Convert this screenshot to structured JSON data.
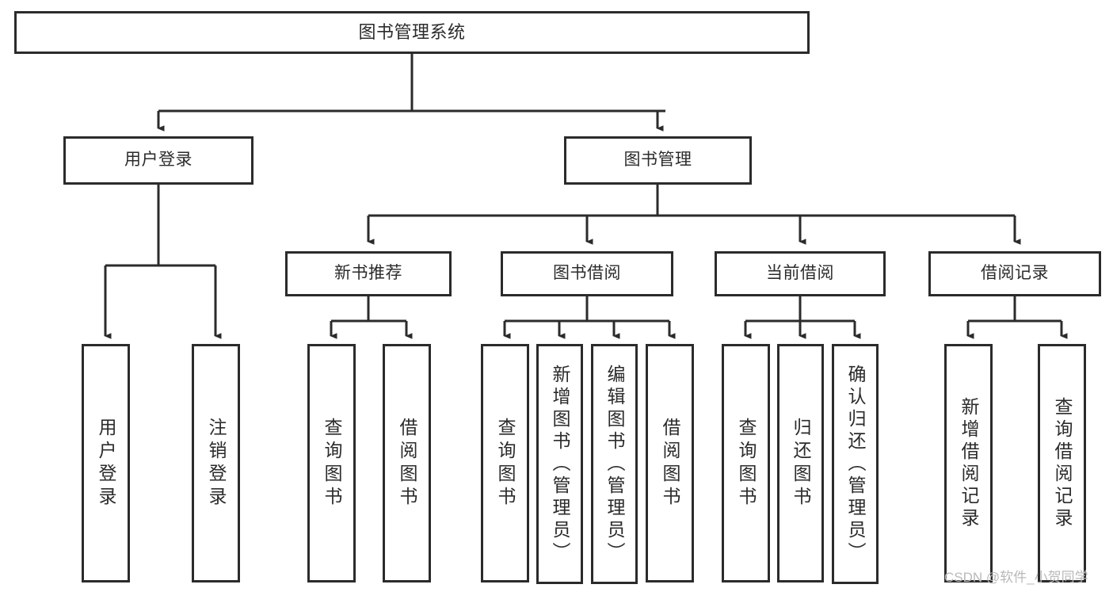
{
  "diagram": {
    "title": "图书管理系统",
    "type": "hierarchy-tree",
    "watermark": "CSDN @软件_小贺同学",
    "colors": {
      "stroke": "#2b2b2b",
      "fill": "#ffffff",
      "text": "#2b2b2b",
      "watermark": "#b9b9b9"
    },
    "nodes": {
      "root": {
        "label": "图书管理系统"
      },
      "level2": [
        {
          "id": "user-login",
          "label": "用户登录"
        },
        {
          "id": "book-manage",
          "label": "图书管理"
        }
      ],
      "level3": [
        {
          "id": "new-book-recommend",
          "label": "新书推荐"
        },
        {
          "id": "book-borrow",
          "label": "图书借阅"
        },
        {
          "id": "current-borrow",
          "label": "当前借阅"
        },
        {
          "id": "borrow-record",
          "label": "借阅记录"
        }
      ],
      "leaves": [
        {
          "id": "leaf-user-login",
          "label": "用户登录",
          "parent": "user-login"
        },
        {
          "id": "leaf-logout",
          "label": "注销登录",
          "parent": "user-login"
        },
        {
          "id": "leaf-query-book-1",
          "label": "查询图书",
          "parent": "new-book-recommend"
        },
        {
          "id": "leaf-borrow-book-1",
          "label": "借阅图书",
          "parent": "new-book-recommend"
        },
        {
          "id": "leaf-query-book-2",
          "label": "查询图书",
          "parent": "book-borrow"
        },
        {
          "id": "leaf-add-book",
          "label": "新增图书（管理员）",
          "parent": "book-borrow"
        },
        {
          "id": "leaf-edit-book",
          "label": "编辑图书（管理员）",
          "parent": "book-borrow"
        },
        {
          "id": "leaf-borrow-book-2",
          "label": "借阅图书",
          "parent": "book-borrow"
        },
        {
          "id": "leaf-query-book-3",
          "label": "查询图书",
          "parent": "current-borrow"
        },
        {
          "id": "leaf-return-book",
          "label": "归还图书",
          "parent": "current-borrow"
        },
        {
          "id": "leaf-confirm-return",
          "label": "确认归还（管理员）",
          "parent": "current-borrow"
        },
        {
          "id": "leaf-add-record",
          "label": "新增借阅记录",
          "parent": "borrow-record"
        },
        {
          "id": "leaf-query-record",
          "label": "查询借阅记录",
          "parent": "borrow-record"
        }
      ]
    }
  }
}
